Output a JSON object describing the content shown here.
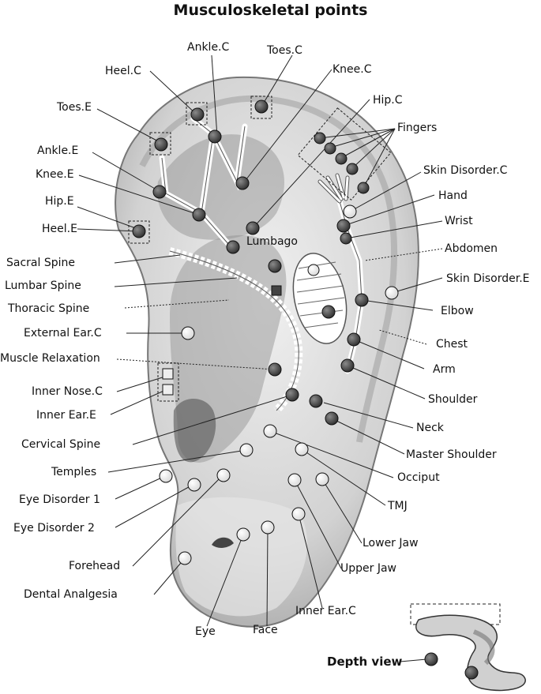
{
  "title": "Musculoskeletal points",
  "labels": {
    "ankle_c": "Ankle.C",
    "toes_c": "Toes.C",
    "heel_c": "Heel.C",
    "knee_c": "Knee.C",
    "hip_c": "Hip.C",
    "toes_e": "Toes.E",
    "fingers": "Fingers",
    "ankle_e": "Ankle.E",
    "skin_disorder_c": "Skin Disorder.C",
    "knee_e": "Knee.E",
    "hand": "Hand",
    "hip_e": "Hip.E",
    "wrist": "Wrist",
    "heel_e": "Heel.E",
    "lumbago": "Lumbago",
    "abdomen": "Abdomen",
    "sacral_spine": "Sacral Spine",
    "lumbar_spine": "Lumbar Spine",
    "skin_disorder_e": "Skin Disorder.E",
    "thoracic_spine": "Thoracic Spine",
    "elbow": "Elbow",
    "external_ear_c": "External Ear.C",
    "chest": "Chest",
    "muscle_relaxation": "Muscle Relaxation",
    "arm": "Arm",
    "inner_nose_c": "Inner Nose.C",
    "shoulder": "Shoulder",
    "inner_ear_e": "Inner Ear.E",
    "neck": "Neck",
    "cervical_spine": "Cervical Spine",
    "master_shoulder": "Master Shoulder",
    "temples": "Temples",
    "occiput": "Occiput",
    "eye_disorder_1": "Eye Disorder 1",
    "tmj": "TMJ",
    "eye_disorder_2": "Eye Disorder 2",
    "lower_jaw": "Lower Jaw",
    "forehead": "Forehead",
    "upper_jaw": "Upper Jaw",
    "dental_analgesia": "Dental Analgesia",
    "inner_ear_c": "Inner Ear.C",
    "eye": "Eye",
    "face": "Face"
  },
  "depth_view": "Depth view",
  "colors": {
    "dark_point": "#5a5a5a",
    "light_point": "#f2f2f2",
    "ear_fill": "#dcdcdc",
    "ear_shadow": "#a8a8a8",
    "line": "#222222"
  }
}
